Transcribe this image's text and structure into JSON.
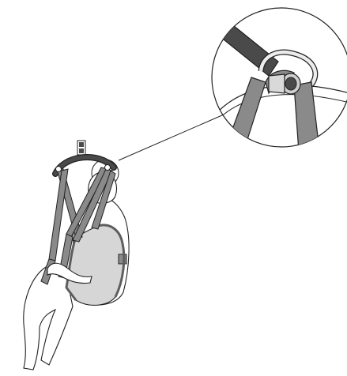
{
  "figure": {
    "kind": "line-illustration",
    "subject": "patient-lift-sling-with-spreader-bar",
    "detail_callout": "sling-strap-loop-on-spreader-bar-hook",
    "colors": {
      "outline": "#222222",
      "strap": "#8a8a8a",
      "strap_dark": "#5e5e5e",
      "spreader_bar": "#4a4a4a",
      "sling_body": "#d6d6d6",
      "person_fill": "#ffffff",
      "background": "#ffffff"
    }
  }
}
